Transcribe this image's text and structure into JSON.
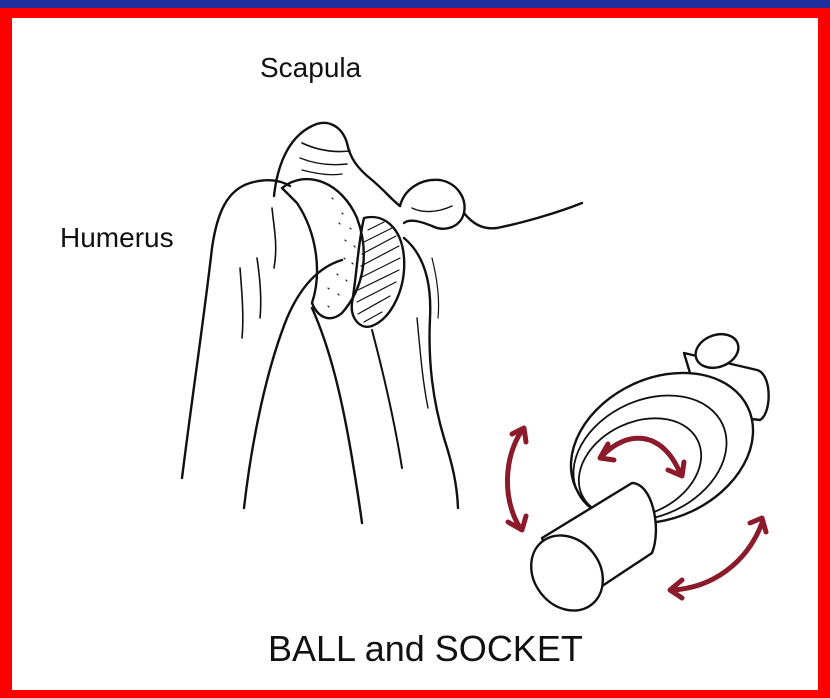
{
  "labels": {
    "scapula": "Scapula",
    "humerus": "Humerus",
    "caption": "BALL and SOCKET"
  },
  "colors": {
    "frame": "#ff0000",
    "top_bar": "#1f2fa0",
    "background": "#ffffff",
    "line_art": "#111111",
    "motion_arrows": "#8b1a2b"
  },
  "icons": [
    "shoulder-joint-illustration",
    "ball-and-socket-model",
    "rotation-arrow"
  ]
}
